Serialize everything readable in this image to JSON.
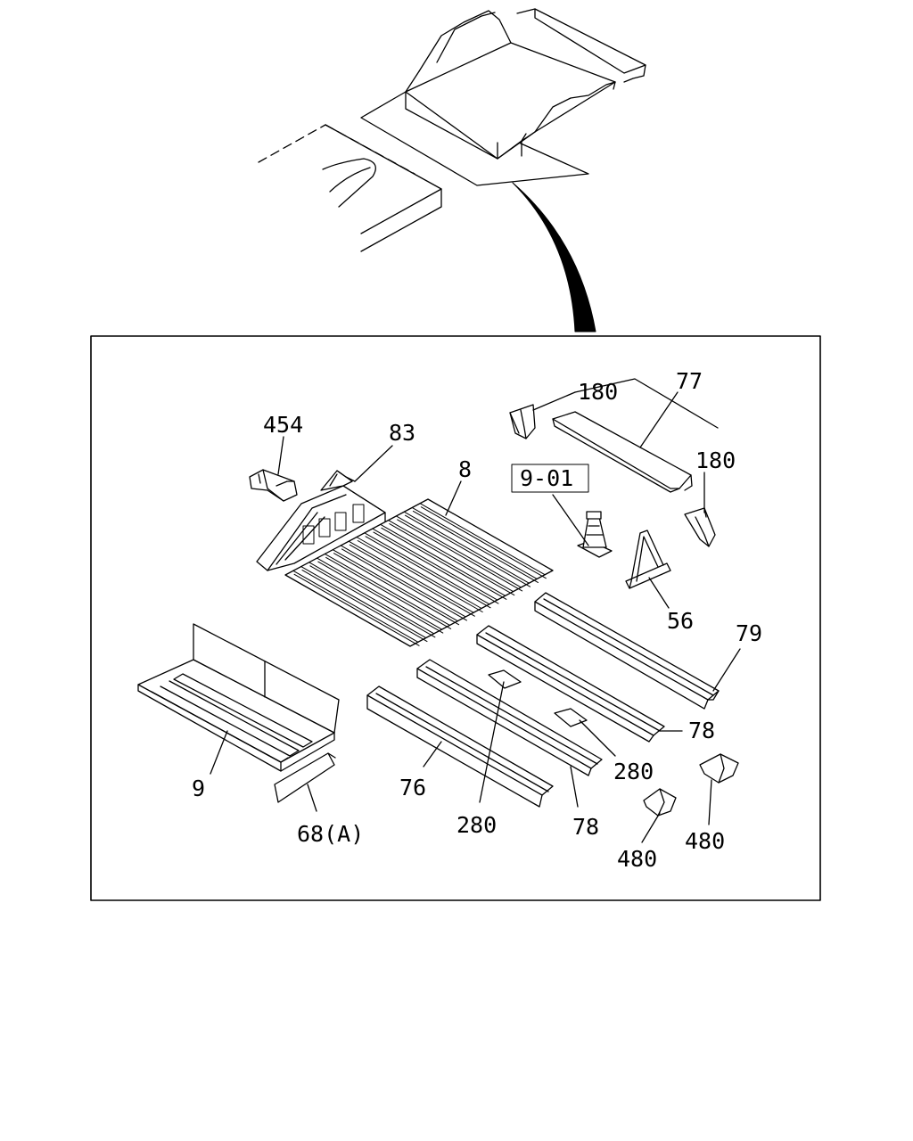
{
  "callouts": {
    "p454": "454",
    "p83": "83",
    "p8": "8",
    "p180a": "180",
    "p77": "77",
    "p180b": "180",
    "p901": "9-01",
    "p56": "56",
    "p79": "79",
    "p78a": "78",
    "p280a": "280",
    "p9": "9",
    "p76": "76",
    "p280b": "280",
    "p78b": "78",
    "p68a": "68(A)",
    "p480a": "480",
    "p480b": "480"
  }
}
